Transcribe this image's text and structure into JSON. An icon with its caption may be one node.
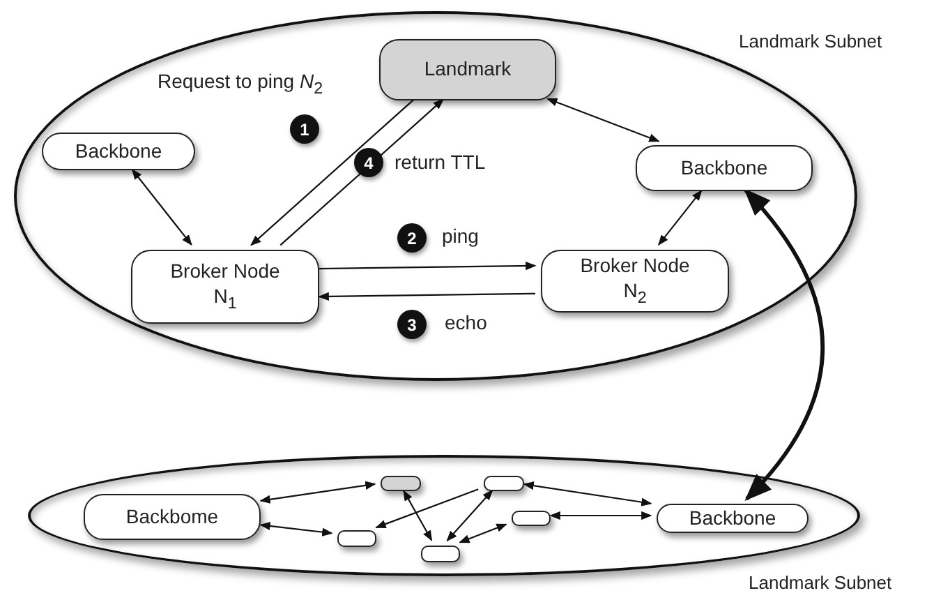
{
  "diagram": {
    "nodes": [
      {
        "text": [
          "Landmark Subnet"
        ]
      },
      {
        "text": [
          "Landmark"
        ],
        "in": 0
      },
      {
        "text": [
          "Backbone"
        ],
        "in": 0
      },
      {
        "text": [
          "Backbone"
        ],
        "in": 0
      },
      {
        "text": [
          "Broker Node N$_{1}$"
        ],
        "in": 0
      },
      {
        "text": [
          "Broker Node N$_{2}$"
        ],
        "in": 0
      },
      {
        "text": [
          "Landmark Subnet"
        ]
      },
      {
        "text": [
          "Backbome"
        ],
        "in": 6
      },
      {
        "text": [],
        "shape": "box",
        "in": 6
      },
      {
        "text": [],
        "shape": "box",
        "in": 6
      },
      {
        "text": [],
        "shape": "box",
        "in": 6
      },
      {
        "text": [],
        "shape": "box",
        "in": 6
      },
      {
        "text": [],
        "shape": "box",
        "in": 6
      },
      {
        "text": [
          "Backbone"
        ],
        "in": 6
      }
    ],
    "edges": [
      {
        "from": 1,
        "to": 4,
        "arrow": "to"
      },
      {
        "from": 4,
        "to": 1,
        "arrow": "to"
      },
      {
        "from": 2,
        "to": 4,
        "arrow": "both"
      },
      {
        "from": 1,
        "to": 3,
        "arrow": "both"
      },
      {
        "from": 5,
        "to": 3,
        "arrow": "both"
      },
      {
        "from": 4,
        "to": 5,
        "arrow": "to"
      },
      {
        "from": 5,
        "to": 4,
        "arrow": "to"
      },
      {
        "from": 13,
        "to": 3,
        "arrow": "both",
        "style": "thick"
      },
      {
        "from": 7,
        "to": 9,
        "arrow": "both"
      },
      {
        "from": 7,
        "to": 8,
        "arrow": "both"
      },
      {
        "from": 9,
        "to": 10,
        "arrow": "both"
      },
      {
        "from": 11,
        "to": 8,
        "arrow": "to"
      },
      {
        "from": 10,
        "to": 11,
        "arrow": "both"
      },
      {
        "from": 10,
        "to": 12,
        "arrow": "both"
      },
      {
        "from": 11,
        "to": 13,
        "arrow": "both"
      },
      {
        "from": 12,
        "to": 13,
        "arrow": "both"
      }
    ],
    "labels": [
      "Request to ping *N*$_{2}$",
      "1",
      "4",
      "return TTL",
      "2",
      "ping",
      "3",
      "echo"
    ]
  }
}
